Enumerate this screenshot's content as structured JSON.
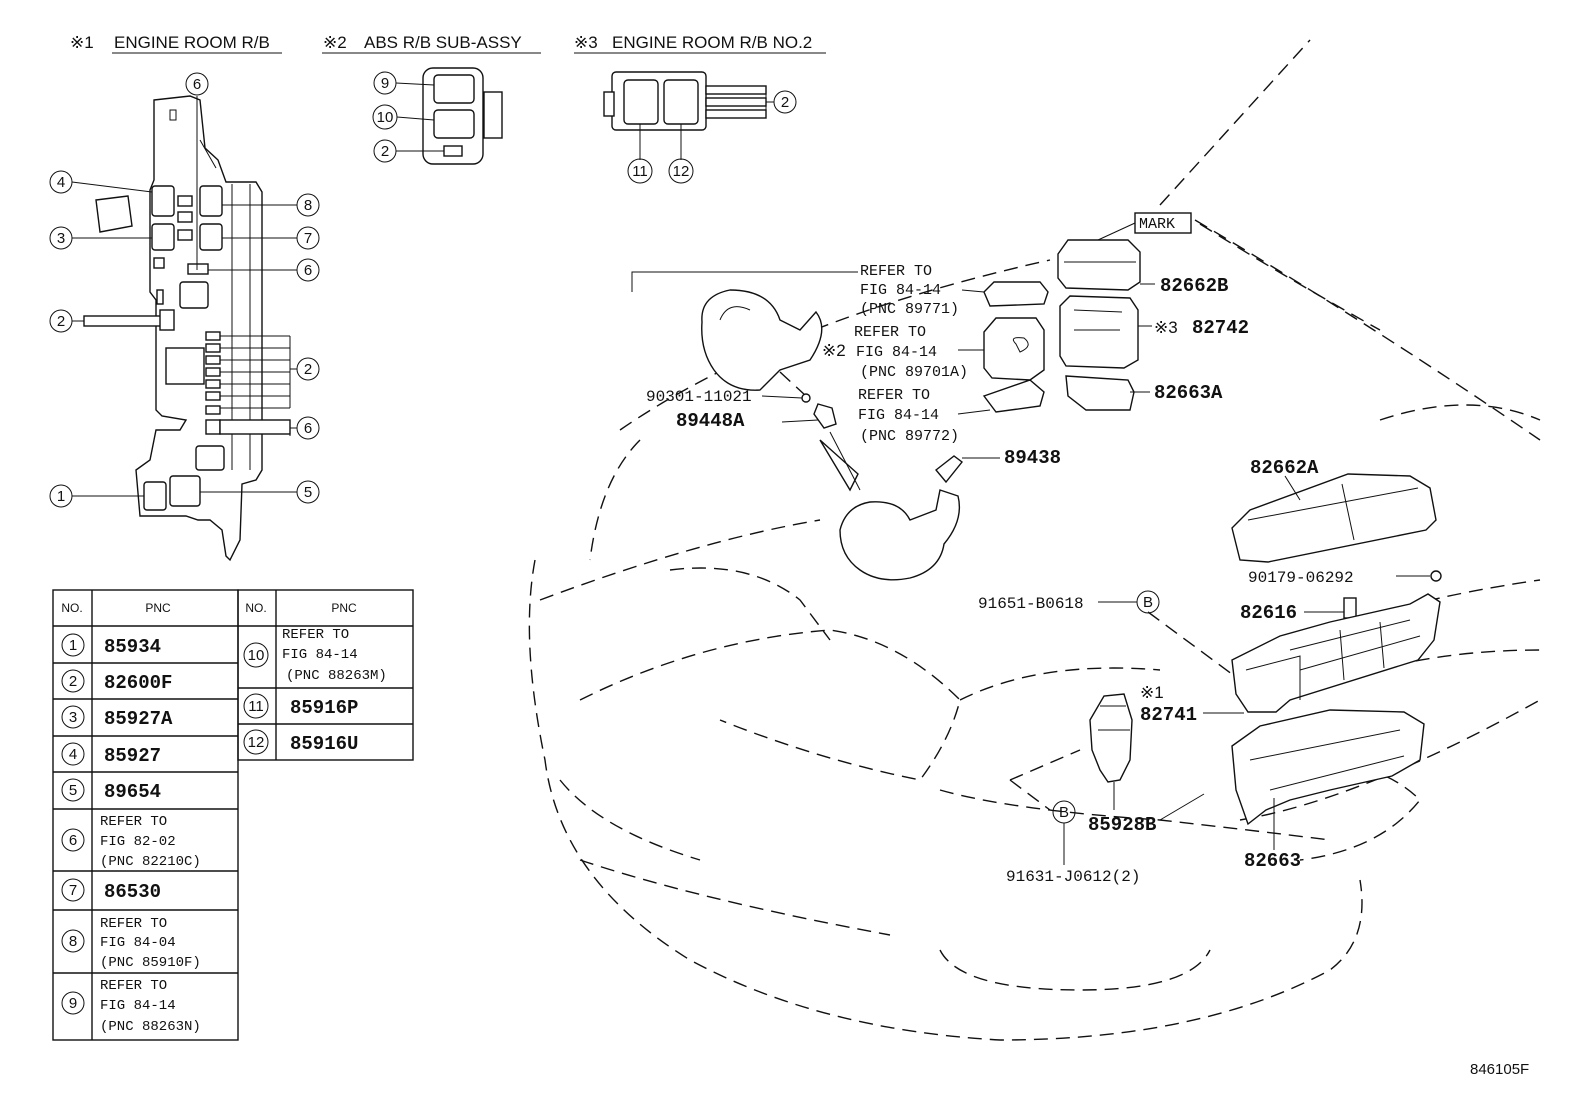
{
  "headers": {
    "h1": {
      "mark": "※1",
      "text": "ENGINE ROOM R/B"
    },
    "h2": {
      "mark": "※2",
      "text": "ABS R/B SUB-ASSY"
    },
    "h3": {
      "mark": "※3",
      "text": "ENGINE ROOM R/B NO.2"
    }
  },
  "callouts": {
    "c1": "1",
    "c2": "2",
    "c3": "3",
    "c4": "4",
    "c5": "5",
    "c6": "6",
    "c7": "7",
    "c8": "8",
    "c9": "9",
    "c10": "10",
    "c11": "11",
    "c12": "12",
    "cb": "B"
  },
  "part_labels": {
    "p82662B": "82662B",
    "p82742_mark": "※3",
    "p82742": "82742",
    "p82663A": "82663A",
    "p90301": "90301-11021",
    "p89448A": "89448A",
    "p89438": "89438",
    "p82662A": "82662A",
    "p90179": "90179-06292",
    "p91651": "91651-B0618",
    "p82616": "82616",
    "p82741_mark": "※1",
    "p82741": "82741",
    "p85928B": "85928B",
    "p82663": "82663",
    "p91631": "91631-J0612(2)",
    "mark_box": "MARK"
  },
  "refs": {
    "r1": {
      "l1": "REFER TO",
      "l2": "FIG 84-14",
      "l3": "(PNC 89771)"
    },
    "r2": {
      "mark": "※2",
      "l1": "REFER TO",
      "l2": "FIG 84-14",
      "l3": "(PNC 89701A)"
    },
    "r3": {
      "l1": "REFER TO",
      "l2": "FIG 84-14",
      "l3": "(PNC 89772)"
    }
  },
  "table": {
    "head_no": "NO.",
    "head_pnc": "PNC",
    "left": [
      {
        "no": "1",
        "pnc": "85934"
      },
      {
        "no": "2",
        "pnc": "82600F"
      },
      {
        "no": "3",
        "pnc": "85927A"
      },
      {
        "no": "4",
        "pnc": "85927"
      },
      {
        "no": "5",
        "pnc": "89654"
      },
      {
        "no": "6",
        "l1": "REFER TO",
        "l2": "FIG 82-02",
        "l3": "(PNC 82210C)"
      },
      {
        "no": "7",
        "pnc": "86530"
      },
      {
        "no": "8",
        "l1": "REFER TO",
        "l2": "FIG 84-04",
        "l3": "(PNC 85910F)"
      },
      {
        "no": "9",
        "l1": "REFER TO",
        "l2": "FIG 84-14",
        "l3": "(PNC 88263N)"
      }
    ],
    "right": [
      {
        "no": "10",
        "l1": "REFER TO",
        "l2": "FIG 84-14",
        "l3": "(PNC 88263M)"
      },
      {
        "no": "11",
        "pnc": "85916P"
      },
      {
        "no": "12",
        "pnc": "85916U"
      }
    ]
  },
  "figure_id": "846105F"
}
